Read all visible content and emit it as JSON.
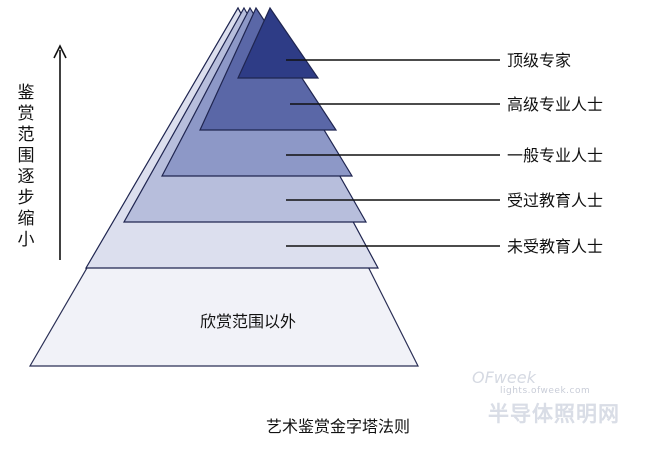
{
  "axis": {
    "label": "鉴赏范围逐步缩小"
  },
  "levels": [
    {
      "label": "顶级专家",
      "fill": "#2e3c86"
    },
    {
      "label": "高级专业人士",
      "fill": "#5a67a7"
    },
    {
      "label": "一般专业人士",
      "fill": "#8d98c7"
    },
    {
      "label": "受过教育人士",
      "fill": "#b7bedc"
    },
    {
      "label": "未受教育人士",
      "fill": "#dcdfee"
    }
  ],
  "base": {
    "label": "欣赏范围以外",
    "fill": "#f1f2f8"
  },
  "caption": "艺术鉴赏金字塔法则",
  "watermark": {
    "logo": "OFweek",
    "site": "lights.ofweek.com",
    "name": "半导体照明网"
  }
}
